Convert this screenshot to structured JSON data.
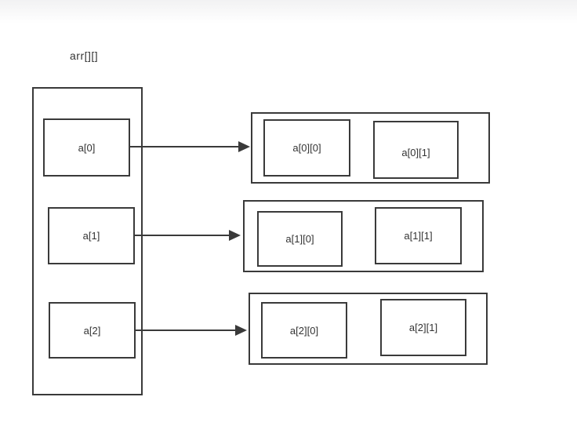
{
  "diagram": {
    "title": "arr[][]",
    "line_color": "#3a3a3a",
    "text_color": "#333333",
    "pointers": [
      {
        "label": "a[0]"
      },
      {
        "label": "a[1]"
      },
      {
        "label": "a[2]"
      }
    ],
    "rows": [
      {
        "cells": [
          {
            "label": "a[0][0]"
          },
          {
            "label": "a[0][1]"
          }
        ]
      },
      {
        "cells": [
          {
            "label": "a[1][0]"
          },
          {
            "label": "a[1][1]"
          }
        ]
      },
      {
        "cells": [
          {
            "label": "a[2][0]"
          },
          {
            "label": "a[2][1]"
          }
        ]
      }
    ]
  }
}
